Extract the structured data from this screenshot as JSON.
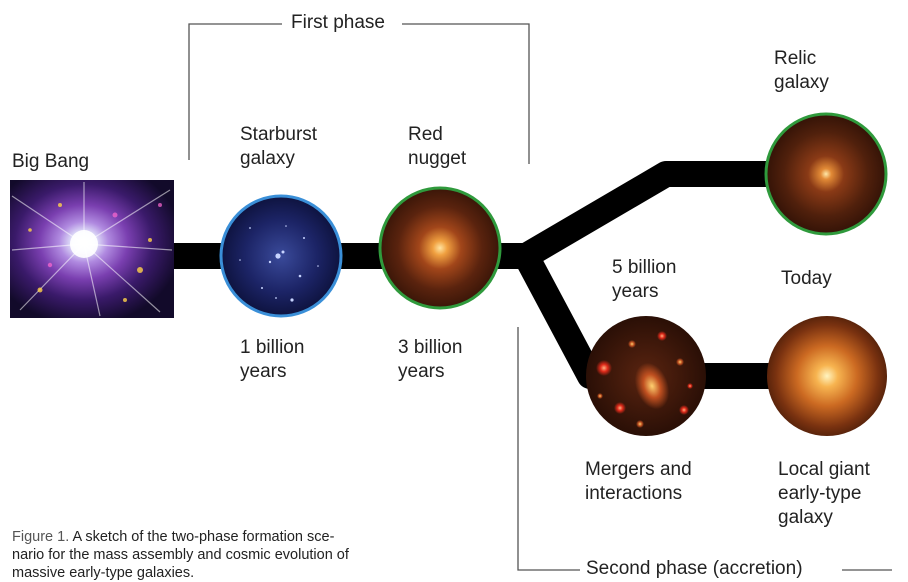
{
  "phases": {
    "first": "First phase",
    "second": "Second phase (accretion)"
  },
  "labels": {
    "big_bang": "Big Bang",
    "starburst_1": "Starburst",
    "starburst_2": "galaxy",
    "red_nugget_1": "Red",
    "red_nugget_2": "nugget",
    "relic_1": "Relic",
    "relic_2": "galaxy",
    "time_1b_1": "1 billion",
    "time_1b_2": "years",
    "time_3b_1": "3 billion",
    "time_3b_2": "years",
    "time_5b_1": "5 billion",
    "time_5b_2": "years",
    "today": "Today",
    "mergers_1": "Mergers and",
    "mergers_2": "interactions",
    "local_1": "Local giant",
    "local_2": "early-type",
    "local_3": "galaxy"
  },
  "caption": {
    "figure": "Figure 1.",
    "line1": " A sketch of the two-phase formation sce-",
    "line2": "nario for the mass assembly and cosmic evolution of",
    "line3": "massive early-type galaxies."
  },
  "colors": {
    "track": "#000000",
    "ring_blue": "#3a8fd8",
    "ring_green": "#2f9a3c"
  }
}
